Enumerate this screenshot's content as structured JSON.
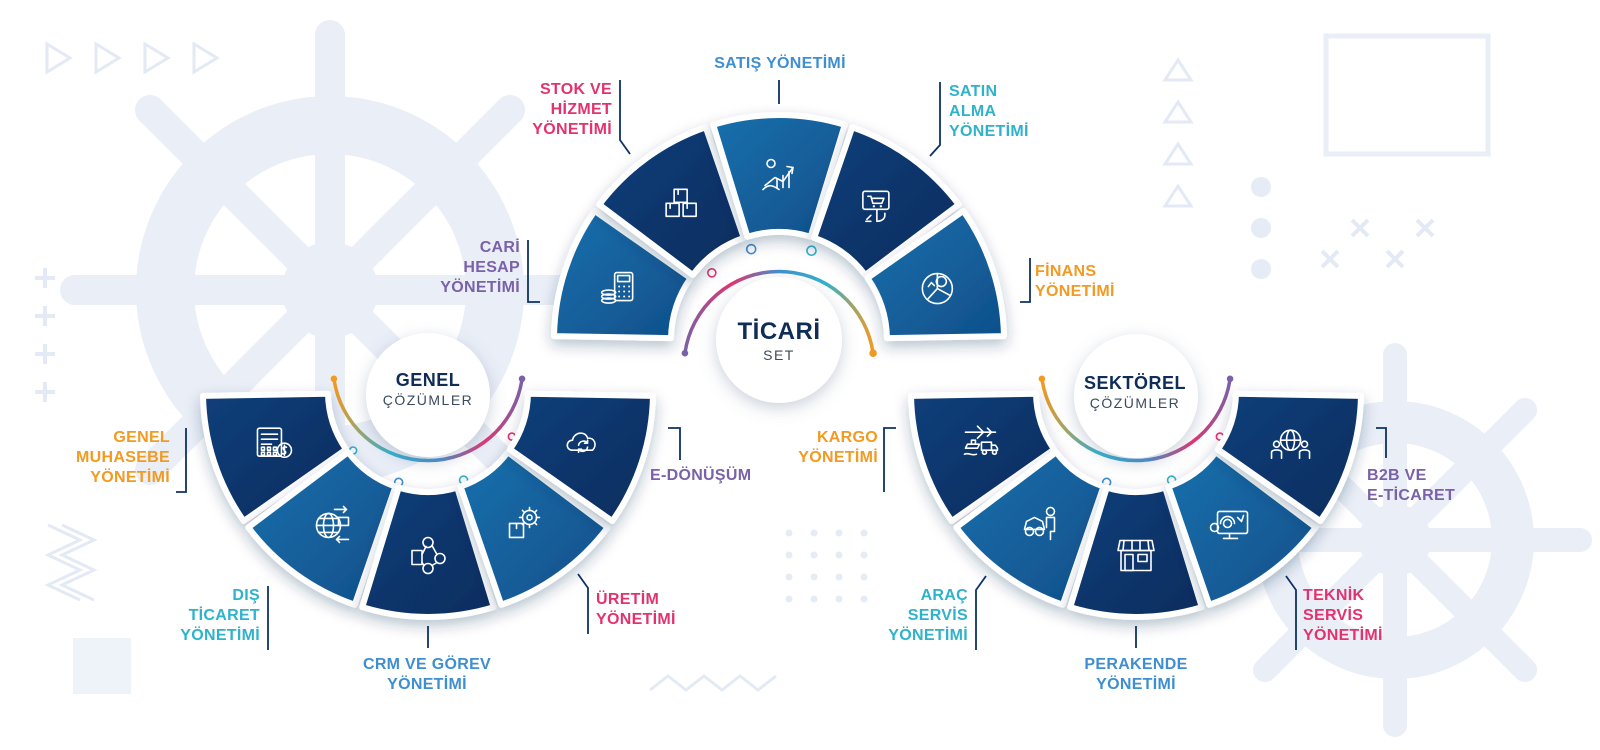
{
  "colors": {
    "navy": "#0d3266",
    "blue": "#155e9a",
    "pink": "#e2336f",
    "orange": "#f29a21",
    "cyan": "#2fb2cc",
    "purple": "#7b61a8",
    "sky": "#3f8fd0",
    "decor": "#e9eef7"
  },
  "hubs": {
    "ticari": {
      "title": "TİCARİ",
      "subtitle": "SET"
    },
    "genel": {
      "title": "GENEL",
      "subtitle": "ÇÖZÜMLER"
    },
    "sektorel": {
      "title": "SEKTÖREL",
      "subtitle": "ÇÖZÜMLER"
    }
  },
  "modules": {
    "cari": {
      "lines": [
        "CARİ",
        "HESAP",
        "YÖNETİMİ"
      ],
      "icon": "calculator-coins-icon"
    },
    "stok": {
      "lines": [
        "STOK VE",
        "HİZMET",
        "YÖNETİMİ"
      ],
      "icon": "boxes-icon"
    },
    "satis": {
      "lines": [
        "SATIŞ YÖNETİMİ"
      ],
      "icon": "growth-chart-hand-icon"
    },
    "satinalma": {
      "lines": [
        "SATIN",
        "ALMA",
        "YÖNETİMİ"
      ],
      "icon": "online-cart-click-icon"
    },
    "finans": {
      "lines": [
        "FİNANS",
        "YÖNETİMİ"
      ],
      "icon": "finance-pie-icon"
    },
    "genelmuhasebe": {
      "lines": [
        "GENEL",
        "MUHASEBE",
        "YÖNETİMİ"
      ],
      "icon": "accounting-document-icon"
    },
    "disticaret": {
      "lines": [
        "DIŞ",
        "TİCARET",
        "YÖNETİMİ"
      ],
      "icon": "globe-trade-icon"
    },
    "crm": {
      "lines": [
        "CRM VE GÖREV",
        "YÖNETİMİ"
      ],
      "icon": "crm-network-icon"
    },
    "uretim": {
      "lines": [
        "ÜRETİM",
        "YÖNETİMİ"
      ],
      "icon": "production-gear-box-icon"
    },
    "edonusum": {
      "lines": [
        "E-DÖNÜŞÜM"
      ],
      "icon": "cloud-sync-icon"
    },
    "kargo": {
      "lines": [
        "KARGO",
        "YÖNETİMİ"
      ],
      "icon": "cargo-transport-icon"
    },
    "arac": {
      "lines": [
        "ARAÇ",
        "SERVİS",
        "YÖNETİMİ"
      ],
      "icon": "car-mechanic-icon"
    },
    "perakende": {
      "lines": [
        "PERAKENDE",
        "YÖNETİMİ"
      ],
      "icon": "store-front-icon"
    },
    "teknik": {
      "lines": [
        "TEKNİK",
        "SERVİS",
        "YÖNETİMİ"
      ],
      "icon": "tech-support-monitor-icon"
    },
    "b2b": {
      "lines": [
        "B2B VE",
        "E-TİCARET"
      ],
      "icon": "b2b-globe-people-icon"
    }
  }
}
